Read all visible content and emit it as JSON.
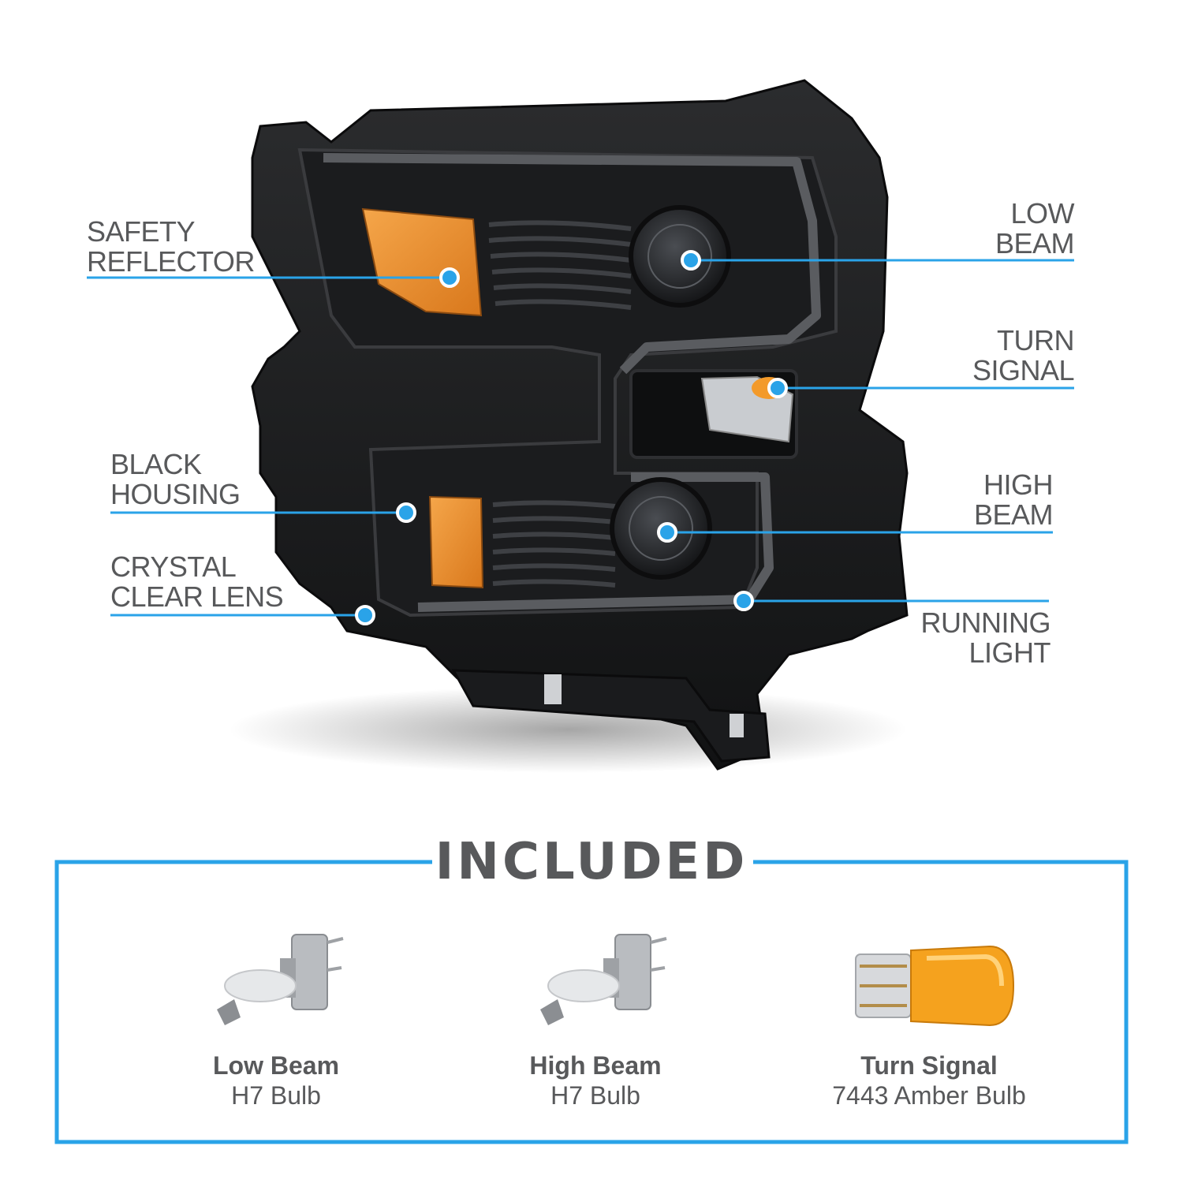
{
  "callouts": {
    "safety_reflector": [
      "SAFETY",
      "REFLECTOR"
    ],
    "low_beam": [
      "LOW",
      "BEAM"
    ],
    "turn_signal": [
      "TURN",
      "SIGNAL"
    ],
    "black_housing": [
      "BLACK",
      "HOUSING"
    ],
    "high_beam": [
      "HIGH",
      "BEAM"
    ],
    "crystal_clear_lens": [
      "CRYSTAL",
      "CLEAR LENS"
    ],
    "running_light": [
      "RUNNING",
      "LIGHT"
    ]
  },
  "included": {
    "title": "INCLUDED",
    "items": [
      {
        "name": "Low Beam",
        "desc": "H7 Bulb"
      },
      {
        "name": "High Beam",
        "desc": "H7 Bulb"
      },
      {
        "name": "Turn Signal",
        "desc": "7443 Amber Bulb"
      }
    ]
  },
  "colors": {
    "accent": "#2aa3e8",
    "text": "#58595b",
    "amber": "#f39a2a",
    "housing": "#1b1c1e"
  }
}
